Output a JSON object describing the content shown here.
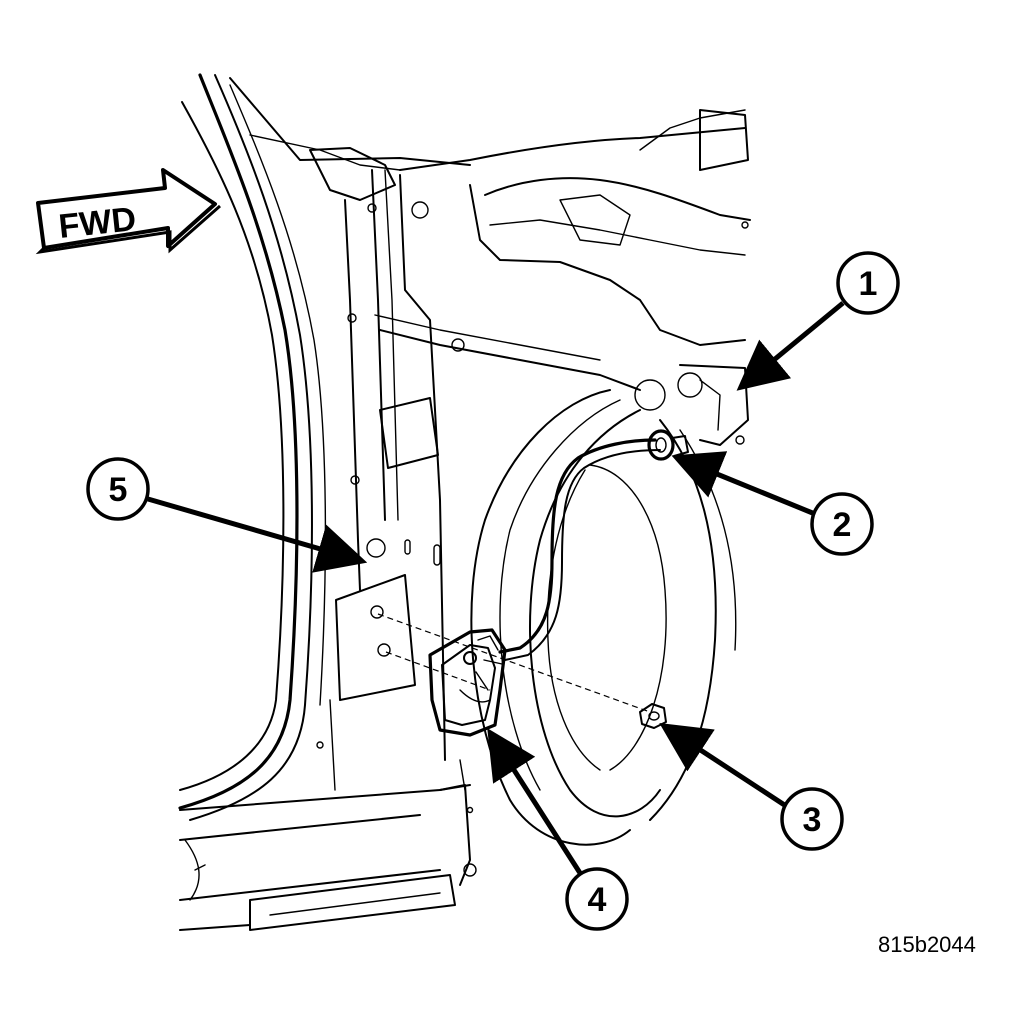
{
  "direction_label": "FWD",
  "callouts": [
    {
      "number": "1"
    },
    {
      "number": "2"
    },
    {
      "number": "3"
    },
    {
      "number": "4"
    },
    {
      "number": "5"
    }
  ],
  "figure_code": "815b2044"
}
